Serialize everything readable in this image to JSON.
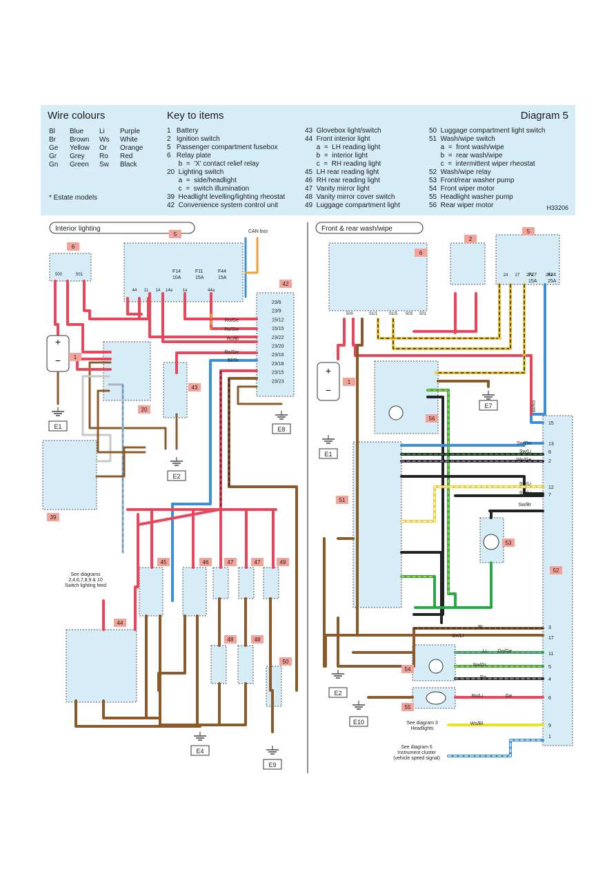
{
  "title": "Diagram 5",
  "ref_code": "H33206",
  "wire_colours": {
    "heading": "Wire colours",
    "left": [
      {
        "code": "Bl",
        "name": "Blue"
      },
      {
        "code": "Br",
        "name": "Brown"
      },
      {
        "code": "Ge",
        "name": "Yellow"
      },
      {
        "code": "Gr",
        "name": "Grey"
      },
      {
        "code": "Gn",
        "name": "Green"
      }
    ],
    "right": [
      {
        "code": "Li",
        "name": "Purple"
      },
      {
        "code": "Ws",
        "name": "White"
      },
      {
        "code": "Or",
        "name": "Orange"
      },
      {
        "code": "Ro",
        "name": "Red"
      },
      {
        "code": "Sw",
        "name": "Black"
      }
    ],
    "note": "* Estate models"
  },
  "key_to_items": {
    "heading": "Key to items",
    "col1": [
      "1   Battery",
      "2   Ignition switch",
      "5   Passenger compartment fusebox",
      "6   Relay plate",
      "      b  =  'X' contact relief relay",
      "20  Lighting switch",
      "      a  =  side/headlight",
      "      c  =  switch illumination",
      "39  Headlight levelling/lighting rheostat",
      "42  Convenience system control unit"
    ],
    "col2": [
      "43  Glovebox light/switch",
      "44  Front interior light",
      "      a  =  LH reading light",
      "      b  =  interior light",
      "      c  =  RH reading light",
      "45  LH rear reading light",
      "46  RH rear reading light",
      "47  Vanity mirror light",
      "48  Vanity mirror cover switch",
      "49  Luggage compartment light"
    ],
    "col3": [
      "50  Luggage compartment light switch",
      "51  Wash/wipe switch",
      "      a  =  front wash/wipe",
      "      b  =  rear wash/wipe",
      "      c  =  intermittent wiper rheostat",
      "52  Wash/wipe relay",
      "53  Front/rear washer pump",
      "54  Front wiper motor",
      "55  Headlight washer pump",
      "56  Rear wiper motor"
    ]
  },
  "left_panel": {
    "title": "Interior lighting",
    "can_bus": "CAN bus",
    "items": [
      "6",
      "5",
      "42",
      "1",
      "20",
      "43",
      "39",
      "45",
      "46",
      "47",
      "47",
      "49",
      "44",
      "48",
      "48",
      "50"
    ],
    "grounds": [
      "E1",
      "E2",
      "E8",
      "E4",
      "E9"
    ],
    "fuses": [
      "F14 10A",
      "F11 15A",
      "F44 15A"
    ],
    "relay_terms": [
      "500",
      "501"
    ],
    "fusebox_terms": [
      "44",
      "11",
      "14",
      "14a",
      "1a",
      "44a"
    ],
    "terms_42": [
      "23/6",
      "23/9",
      "15/12",
      "15/15",
      "23/22",
      "23/20",
      "23/16",
      "23/18",
      "23/15",
      "23/23"
    ],
    "wires_42": [
      "Ro/Ge",
      "Ro/Sw",
      "Ro/Bl",
      "Ro/Sw",
      "Bl/Gr"
    ],
    "note": [
      "See diagrams",
      "2,4,6,7,8,9 & 10",
      "Switch lighting feed"
    ]
  },
  "right_panel": {
    "title": "Front & rear wash/wipe",
    "items": [
      "6",
      "2",
      "5",
      "1",
      "56",
      "51",
      "53",
      "52",
      "54",
      "55"
    ],
    "grounds": [
      "E1",
      "E7",
      "E2",
      "E10"
    ],
    "fuses": [
      "F27 15A",
      "F24 25A"
    ],
    "relay_terms": [
      "500",
      "S1/1",
      "S1/5",
      "503",
      "501"
    ],
    "fusebox_terms": [
      "24",
      "27",
      "27a",
      "24a"
    ],
    "terms_52": [
      "15",
      "13",
      "8",
      "2",
      "12",
      "7",
      "3",
      "17",
      "11",
      "5",
      "4",
      "6",
      "9",
      "1"
    ],
    "wires_52": [
      "Bl/Ro",
      "Sw/Gn",
      "Sw/Li",
      "Ws/Ge",
      "Sw/Li",
      "Sw/Li",
      "Sw/Br",
      "Br",
      "Gn/Li",
      "Li",
      "Gn/Ge",
      "Sw/Gr",
      "Ro",
      "Ro/Li",
      "Ge",
      "Ws/Bl"
    ],
    "note_headlights": [
      "See diagram 3",
      "Headlights"
    ],
    "note_cluster": [
      "See diagram 6",
      "Instrument cluster",
      "(vehicle speed signal)"
    ]
  }
}
